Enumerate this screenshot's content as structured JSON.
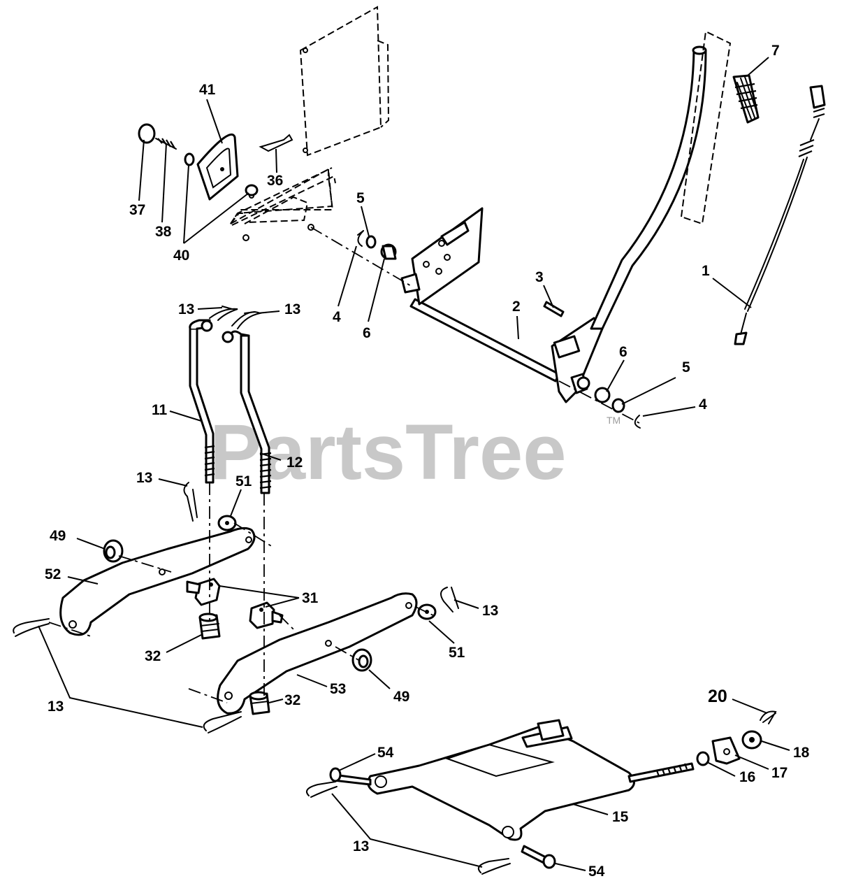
{
  "watermark": {
    "text": "PartsTree",
    "trademark": "TM"
  },
  "callouts": {
    "c1": "1",
    "c2": "2",
    "c3": "3",
    "c4a": "4",
    "c4b": "4",
    "c5a": "5",
    "c5b": "5",
    "c6a": "6",
    "c6b": "6",
    "c7": "7",
    "c11": "11",
    "c12": "12",
    "c13a": "13",
    "c13b": "13",
    "c13c": "13",
    "c13d": "13",
    "c13e": "13",
    "c13f": "13",
    "c15": "15",
    "c16": "16",
    "c17": "17",
    "c18": "18",
    "c20": "20",
    "c31": "31",
    "c32a": "32",
    "c32b": "32",
    "c36": "36",
    "c37": "37",
    "c38": "38",
    "c40": "40",
    "c41": "41",
    "c49a": "49",
    "c49b": "49",
    "c51a": "51",
    "c51b": "51",
    "c52": "52",
    "c53": "53",
    "c54a": "54",
    "c54b": "54"
  }
}
